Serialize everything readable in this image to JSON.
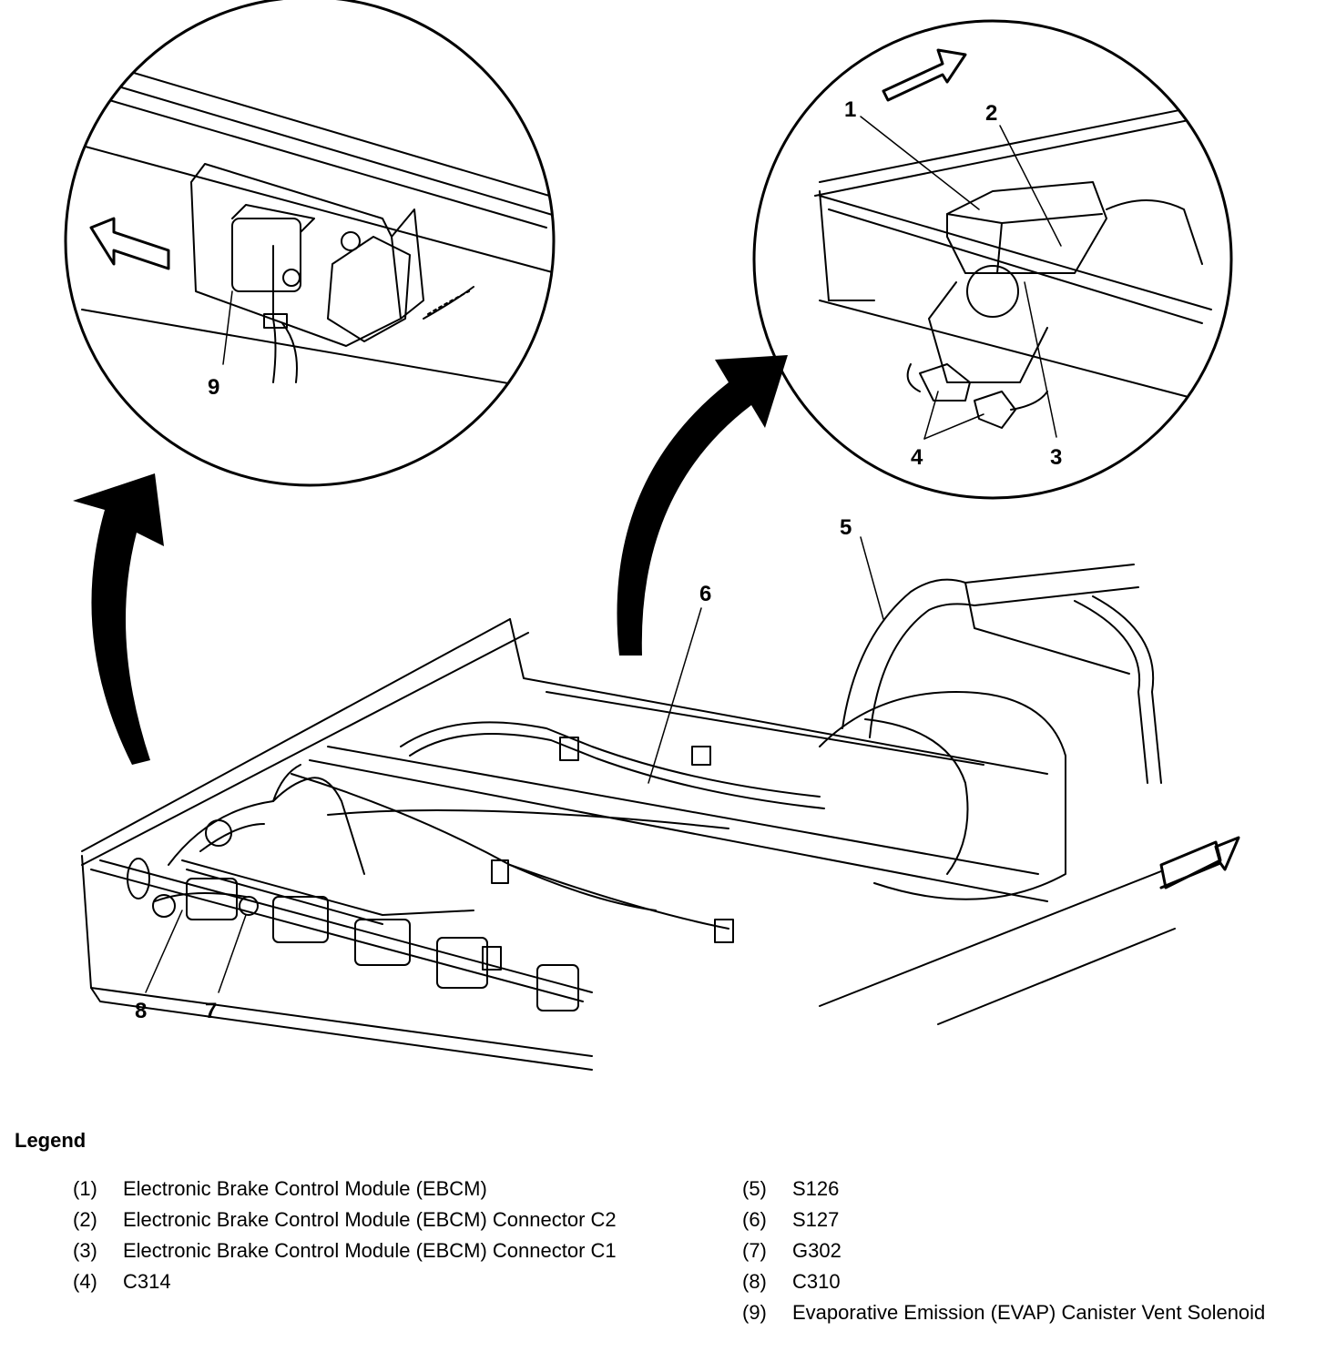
{
  "callouts": {
    "c1": "1",
    "c2": "2",
    "c3": "3",
    "c4": "4",
    "c5": "5",
    "c6": "6",
    "c7": "7",
    "c8": "8",
    "c9": "9"
  },
  "legend": {
    "title": "Legend",
    "left": [
      {
        "num": "(1)",
        "text": "Electronic Brake Control Module (EBCM)"
      },
      {
        "num": "(2)",
        "text": "Electronic Brake Control Module (EBCM) Connector C2"
      },
      {
        "num": "(3)",
        "text": "Electronic Brake Control Module (EBCM) Connector C1"
      },
      {
        "num": "(4)",
        "text": "C314"
      }
    ],
    "right": [
      {
        "num": "(5)",
        "text": "S126"
      },
      {
        "num": "(6)",
        "text": "S127"
      },
      {
        "num": "(7)",
        "text": "G302"
      },
      {
        "num": "(8)",
        "text": "C310"
      },
      {
        "num": "(9)",
        "text": "Evaporative Emission (EVAP) Canister Vent Solenoid"
      }
    ]
  }
}
